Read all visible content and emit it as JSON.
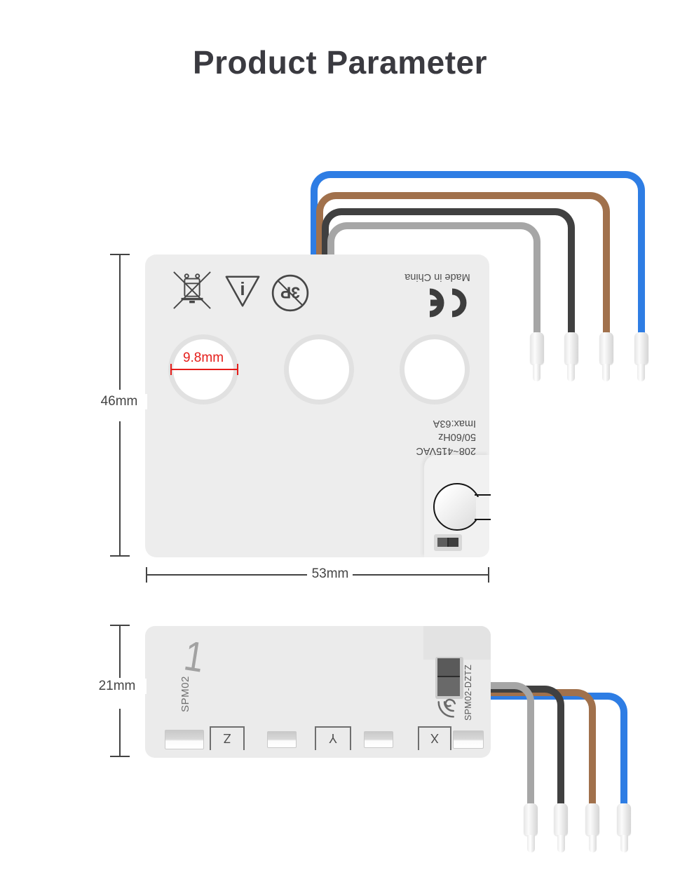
{
  "title": "Product Parameter",
  "colors": {
    "ink": "#3a3a40",
    "red": "#e51d1a",
    "wire_blue": "#2e7de4",
    "wire_brown": "#a1714c",
    "wire_black": "#404040",
    "wire_gray": "#a6a6a6"
  },
  "top_view": {
    "height_dim": "46mm",
    "width_dim": "53mm",
    "hole_dim": "9.8mm",
    "made_in": "Made in China",
    "ce_mark": "CE",
    "cert_3p": "3P",
    "info_symbol": "i",
    "specs_line1": "208~415VAC",
    "specs_line2": "50/60Hz",
    "specs_line3": "Imax:63A"
  },
  "side_view": {
    "height_dim": "21mm",
    "big_digit": "1",
    "model": "SPM02",
    "model_code": "SPM02-DZTZ",
    "terminal_z": "Z",
    "terminal_y": "Y",
    "terminal_x": "X"
  }
}
